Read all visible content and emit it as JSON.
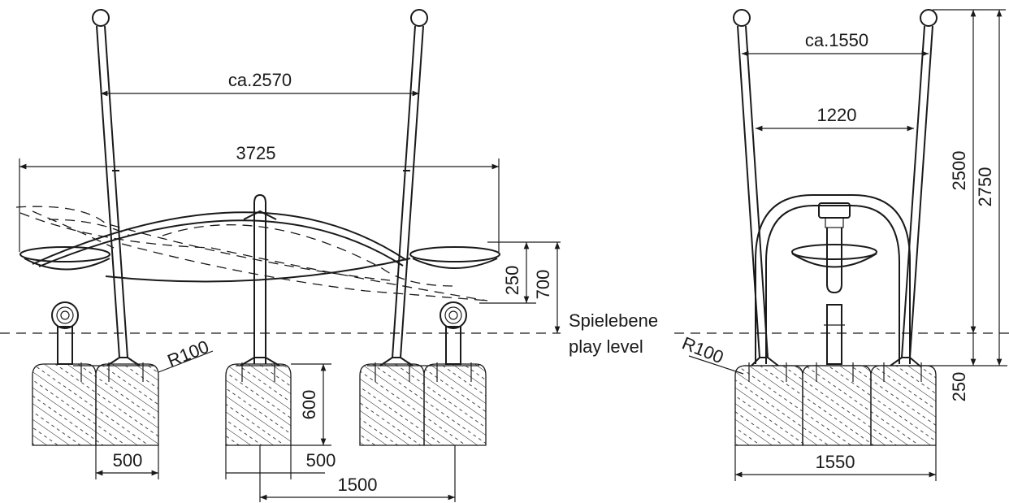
{
  "dimensions": {
    "width_total_swing": "3725",
    "width_posts_top_front": "ca.2570",
    "width_posts_top_side": "ca.1550",
    "width_arch_inner": "1220",
    "height_total": "2750",
    "height_above_ground": "2500",
    "seat_height": "700",
    "seat_offset": "250",
    "foundation_depth_front": "600",
    "foundation_width_left": "500",
    "foundation_width_center": "500",
    "foundation_spacing": "1500",
    "foundation_depth_side": "250",
    "foundation_total_side": "1550",
    "radius_front": "R100",
    "radius_side": "R100"
  },
  "labels": {
    "play_level_de": "Spielebene",
    "play_level_en": "play level"
  }
}
